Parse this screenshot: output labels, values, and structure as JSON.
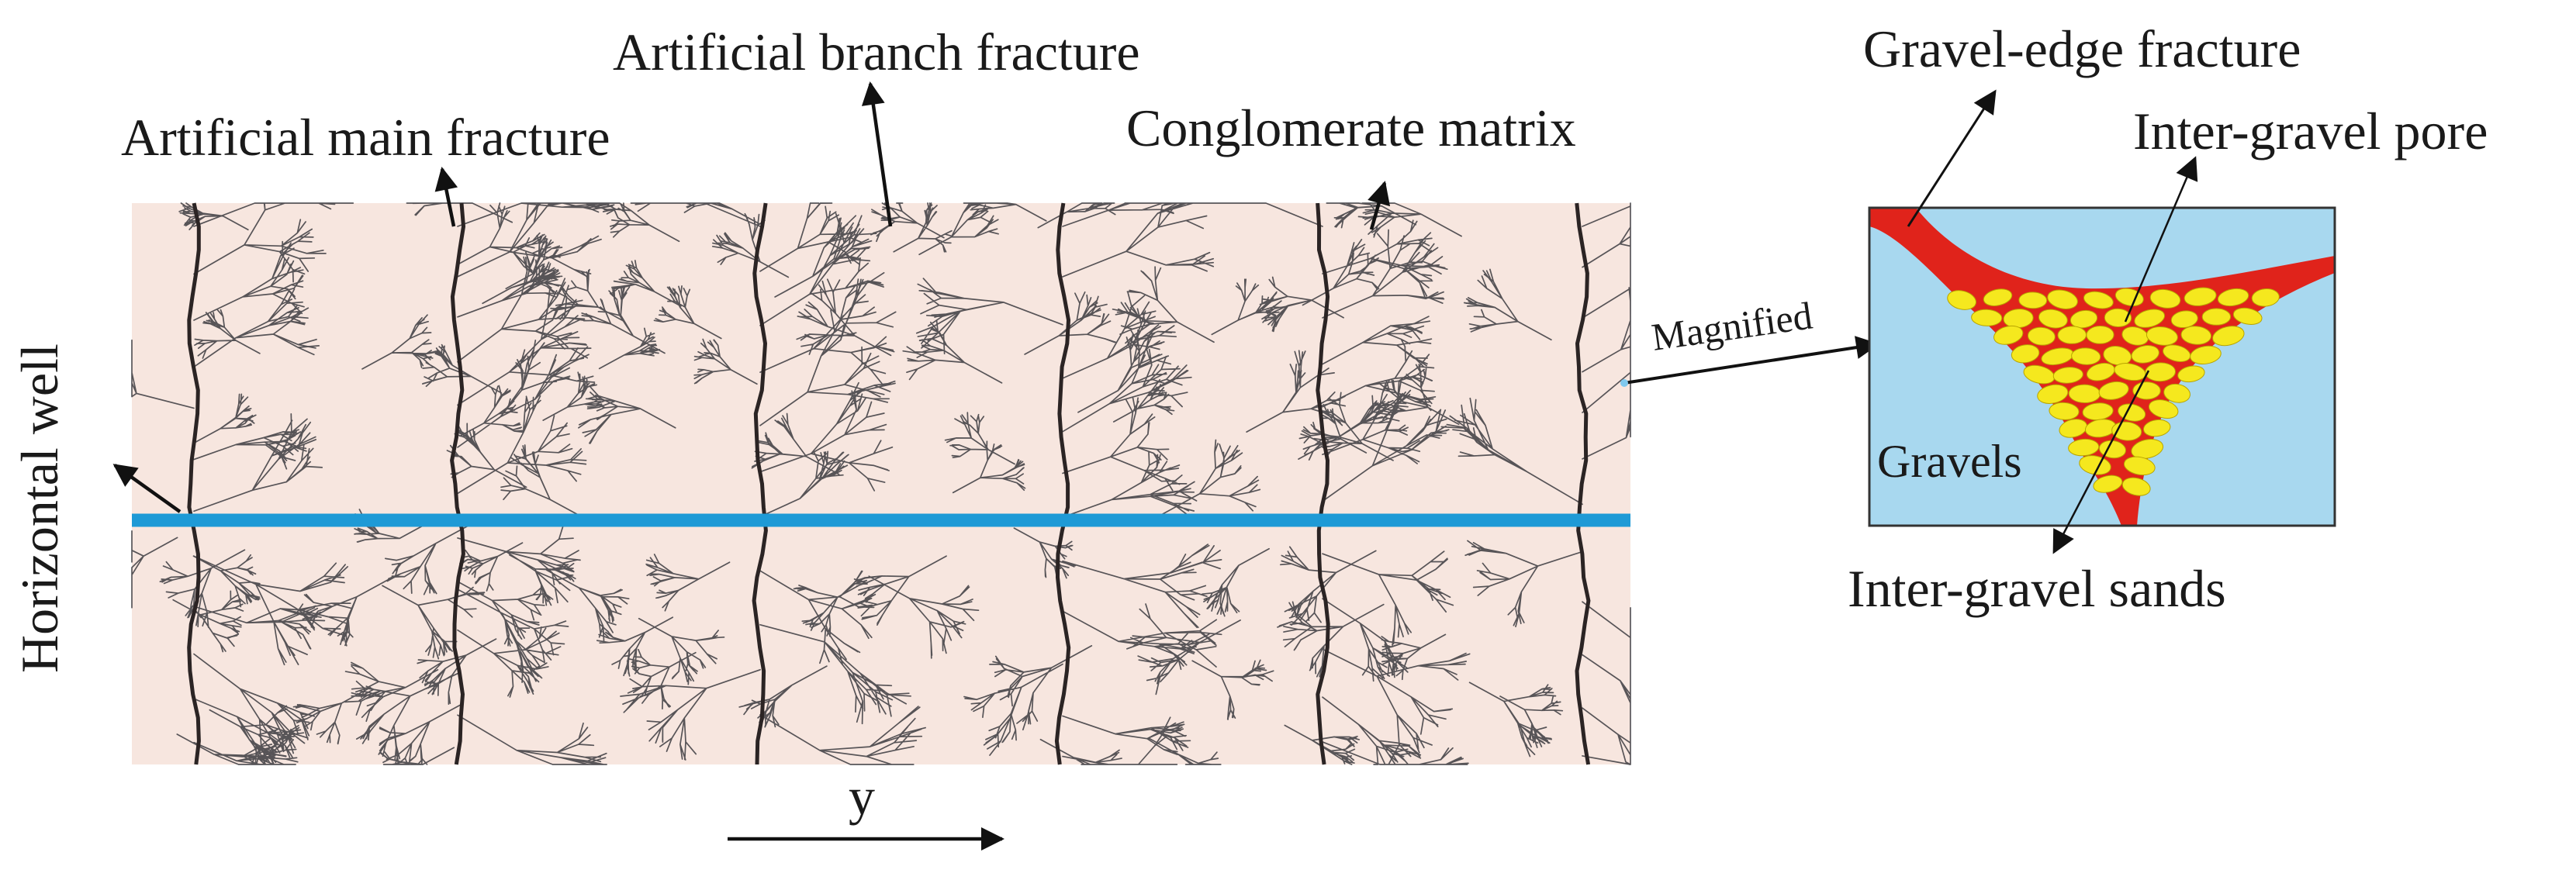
{
  "labels": {
    "artificial_branch_fracture": "Artificial branch fracture",
    "artificial_main_fracture": "Artificial main fracture",
    "conglomerate_matrix": "Conglomerate matrix",
    "horizontal_well": "Horizontal well",
    "magnified": "Magnified",
    "gravel_edge_fracture": "Gravel-edge fracture",
    "inter_gravel_pore": "Inter-gravel pore",
    "gravels": "Gravels",
    "inter_gravel_sands": "Inter-gravel sands",
    "y_axis": "y"
  },
  "colors": {
    "matrix_fill": "#f7e6df",
    "fracture_main": "#2b2424",
    "fracture_branch": "#3b3a3f",
    "well": "#1e9ad6",
    "inset_background": "#a8d8ef",
    "inter_gravel_sand": "#e0231b",
    "gravel": "#f5e81e",
    "gravel_outline": "#b8a400",
    "arrow": "#111111"
  }
}
